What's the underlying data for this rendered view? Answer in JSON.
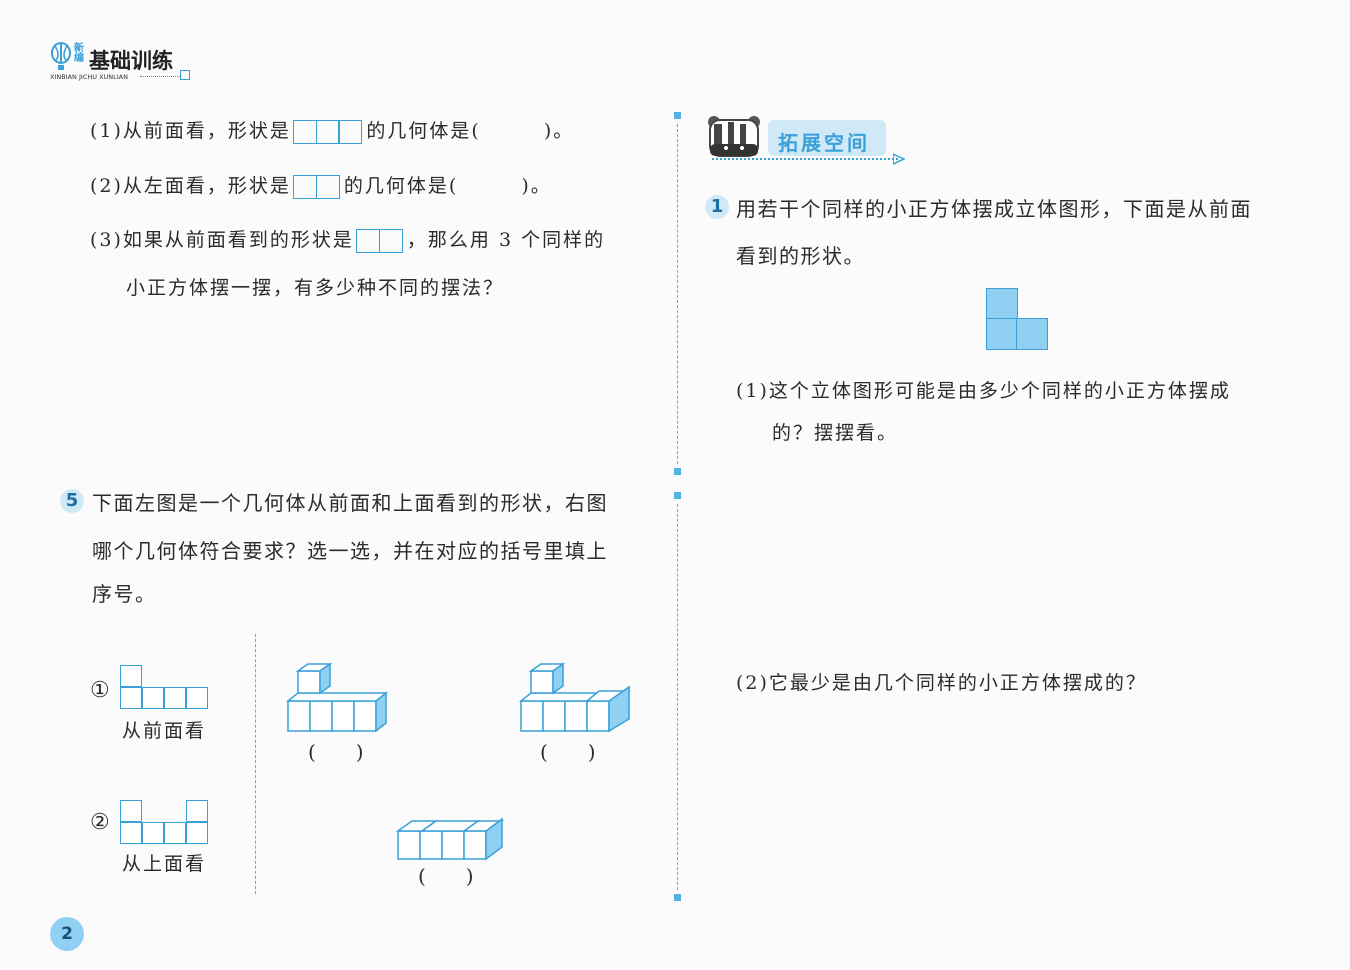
{
  "header": {
    "logo_small": "新编",
    "logo_title": "基础训练",
    "logo_pinyin": "XINBIAN JICHU XUNLIAN"
  },
  "left": {
    "q1": {
      "before": "(1)从前面看，形状是",
      "after": "的几何体是(　　　)。",
      "boxes": 3
    },
    "q2": {
      "before": "(2)从左面看，形状是",
      "after": "的几何体是(　　　)。",
      "boxes": 2
    },
    "q3": {
      "before": "(3)如果从前面看到的形状是",
      "after": "，那么用 3 个同样的",
      "line2": "小正方体摆一摆，有多少种不同的摆法？",
      "boxes": 2
    },
    "p5": {
      "number": "5",
      "line1": "下面左图是一个几何体从前面和上面看到的形状，右图",
      "line2": "哪个几何体符合要求？选一选，并在对应的括号里填上",
      "line3": "序号。",
      "views": [
        {
          "mark": "①",
          "caption": "从前面看"
        },
        {
          "mark": "②",
          "caption": "从上面看"
        }
      ],
      "answer_blanks": [
        "(　　)",
        "(　　)",
        "(　　)"
      ]
    }
  },
  "right": {
    "section_title": "拓展空间",
    "p1": {
      "number": "1",
      "line1": "用若干个同样的小正方体摆成立体图形，下面是从前面",
      "line2": "看到的形状。",
      "sub1_line1": "(1)这个立体图形可能是由多少个同样的小正方体摆成",
      "sub1_line2": "的？摆摆看。",
      "sub2": "(2)它最少是由几个同样的小正方体摆成的？"
    }
  },
  "footer": {
    "page_number": "2"
  },
  "colors": {
    "accent": "#3aa0d8",
    "light": "#cfe9f7",
    "fill": "#8fd0f3"
  }
}
